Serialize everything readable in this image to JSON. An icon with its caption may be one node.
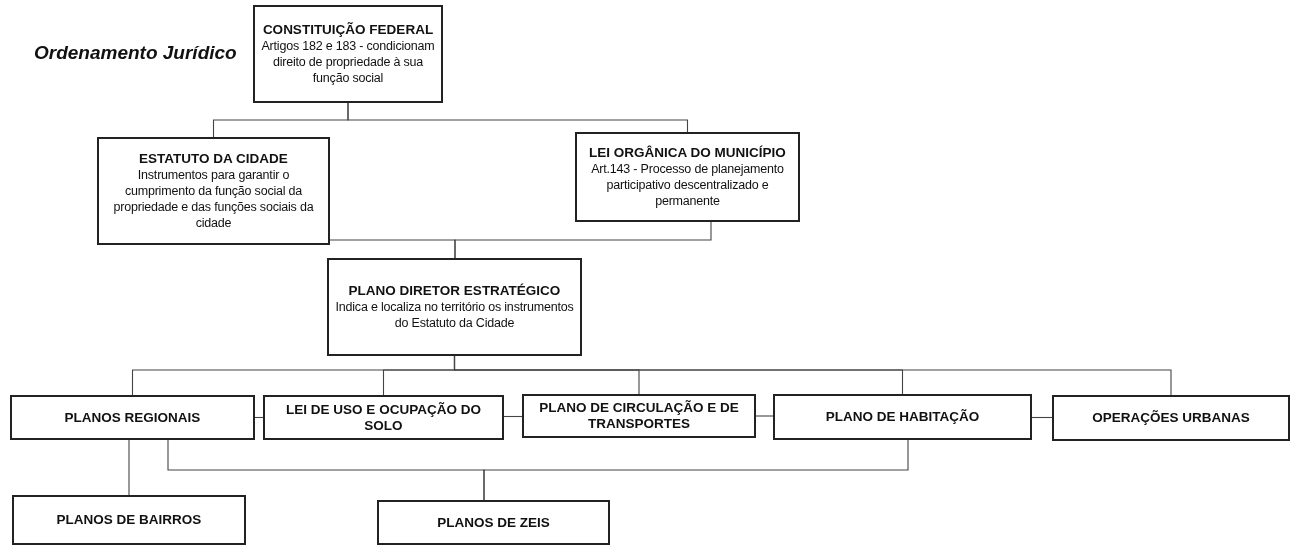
{
  "diagram": {
    "title": "Ordenamento Jurídico",
    "nodes": [
      {
        "text": [
          "CONSTITUIÇÃO FEDERAL",
          "Artigos 182 e 183 - condicionam direito de propriedade à sua função social"
        ]
      },
      {
        "text": [
          "ESTATUTO DA CIDADE",
          "Instrumentos para garantir o cumprimento da função social da propriedade e das funções sociais da cidade"
        ]
      },
      {
        "text": [
          "LEI ORGÂNICA DO MUNICÍPIO",
          "Art.143 - Processo de planejamento participativo descentralizado e permanente"
        ]
      },
      {
        "text": [
          "PLANO DIRETOR ESTRATÉGICO",
          "Indica e localiza no território os instrumentos do Estatuto da Cidade"
        ]
      },
      {
        "text": [
          "PLANOS REGIONAIS"
        ]
      },
      {
        "text": [
          "LEI DE USO E OCUPAÇÃO DO SOLO"
        ]
      },
      {
        "text": [
          "PLANO DE CIRCULAÇÃO E DE TRANSPORTES"
        ]
      },
      {
        "text": [
          "PLANO DE HABITAÇÃO"
        ]
      },
      {
        "text": [
          "OPERAÇÕES URBANAS"
        ]
      },
      {
        "text": [
          "PLANOS DE BAIRROS"
        ]
      },
      {
        "text": [
          "PLANOS DE ZEIS"
        ]
      }
    ],
    "edges": [
      {
        "from": 0,
        "to": 1,
        "arrow": "none"
      },
      {
        "from": 0,
        "to": 2,
        "arrow": "none"
      },
      {
        "from": 1,
        "to": 3,
        "arrow": "none"
      },
      {
        "from": 2,
        "to": 3,
        "arrow": "none"
      },
      {
        "from": 3,
        "to": 4,
        "arrow": "none"
      },
      {
        "from": 3,
        "to": 5,
        "arrow": "none"
      },
      {
        "from": 3,
        "to": 6,
        "arrow": "none"
      },
      {
        "from": 3,
        "to": 7,
        "arrow": "none"
      },
      {
        "from": 3,
        "to": 8,
        "arrow": "none"
      },
      {
        "from": 4,
        "to": 5,
        "arrow": "none"
      },
      {
        "from": 5,
        "to": 6,
        "arrow": "none"
      },
      {
        "from": 6,
        "to": 7,
        "arrow": "none"
      },
      {
        "from": 7,
        "to": 8,
        "arrow": "none"
      },
      {
        "from": 4,
        "to": 9,
        "arrow": "none"
      },
      {
        "from": 4,
        "to": 10,
        "arrow": "none"
      },
      {
        "from": 7,
        "to": 10,
        "arrow": "none"
      }
    ]
  }
}
